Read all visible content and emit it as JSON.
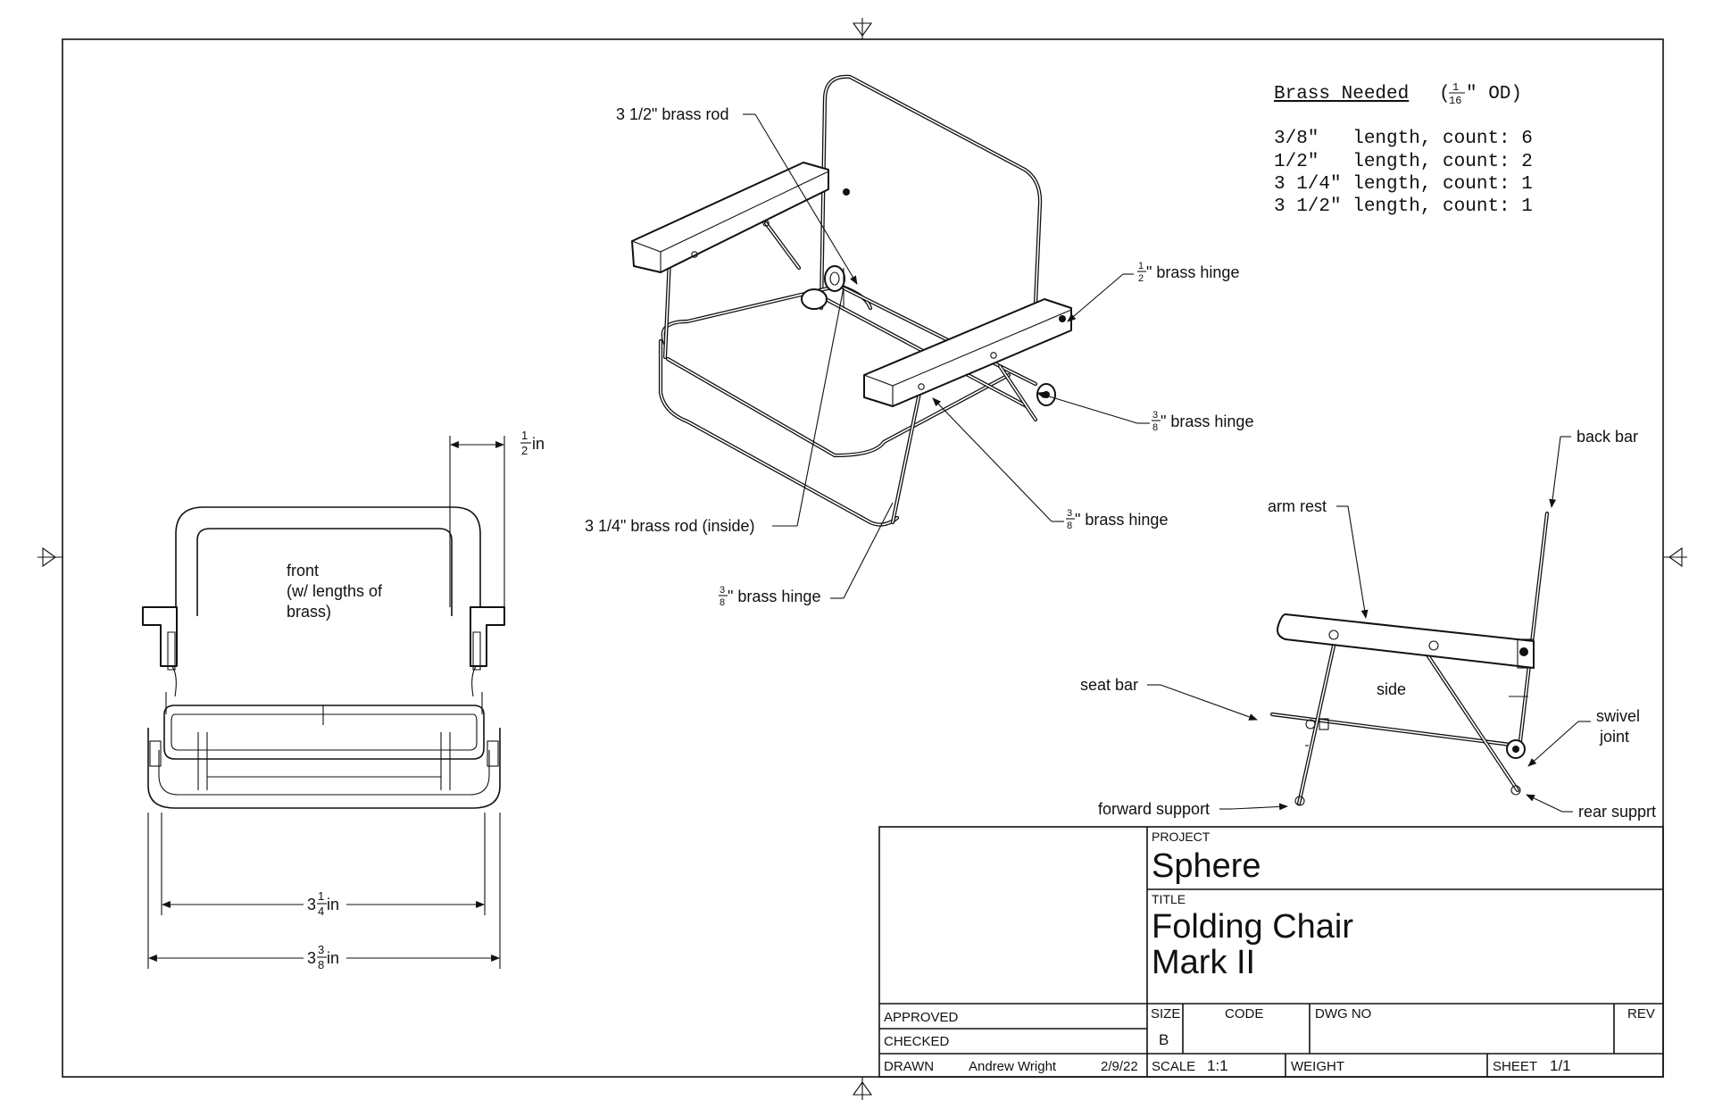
{
  "brass_table": {
    "title": "Brass Needed",
    "od_open": "(",
    "od_num": "1",
    "od_den": "16",
    "od_close": "\" OD)",
    "rows": [
      "3/8\"   length, count: 6",
      "1/2\"   length, count: 2",
      "3 1/4\" length, count: 1",
      "3 1/2\" length, count: 1"
    ]
  },
  "iso_labels": {
    "rod_3_5": "3 1/2\" brass rod",
    "rod_3_25": "3 1/4\" brass rod (inside)",
    "hinge_half": "\" brass hinge",
    "hinge_38": "\" brass hinge",
    "frac_half_num": "1",
    "frac_half_den": "2",
    "frac_38_num": "3",
    "frac_38_den": "8"
  },
  "front_view": {
    "label_line1": "front",
    "label_line2": "(w/ lengths of",
    "label_line3": "brass)",
    "dim_half_num": "1",
    "dim_half_den": "2",
    "dim_unit": "in",
    "dim_inner_whole": "3",
    "dim_inner_num": "1",
    "dim_inner_den": "4",
    "dim_outer_whole": "3",
    "dim_outer_num": "3",
    "dim_outer_den": "8"
  },
  "side_view": {
    "label": "side",
    "back_bar": "back bar",
    "arm_rest": "arm rest",
    "seat_bar": "seat bar",
    "swivel_1": "swivel",
    "swivel_2": "joint",
    "forward_support": "forward support",
    "rear_support": "rear supprt"
  },
  "title_block": {
    "project_label": "PROJECT",
    "project": "Sphere",
    "title_label": "TITLE",
    "title_1": "Folding Chair",
    "title_2": "Mark II",
    "approved": "APPROVED",
    "checked": "CHECKED",
    "drawn": "DRAWN",
    "drawn_by": "Andrew Wright",
    "drawn_date": "2/9/22",
    "size_label": "SIZE",
    "size": "B",
    "code_label": "CODE",
    "dwg_label": "DWG NO",
    "rev_label": "REV",
    "scale_label": "SCALE",
    "scale": "1:1",
    "weight_label": "WEIGHT",
    "sheet_label": "SHEET",
    "sheet": "1/1"
  }
}
